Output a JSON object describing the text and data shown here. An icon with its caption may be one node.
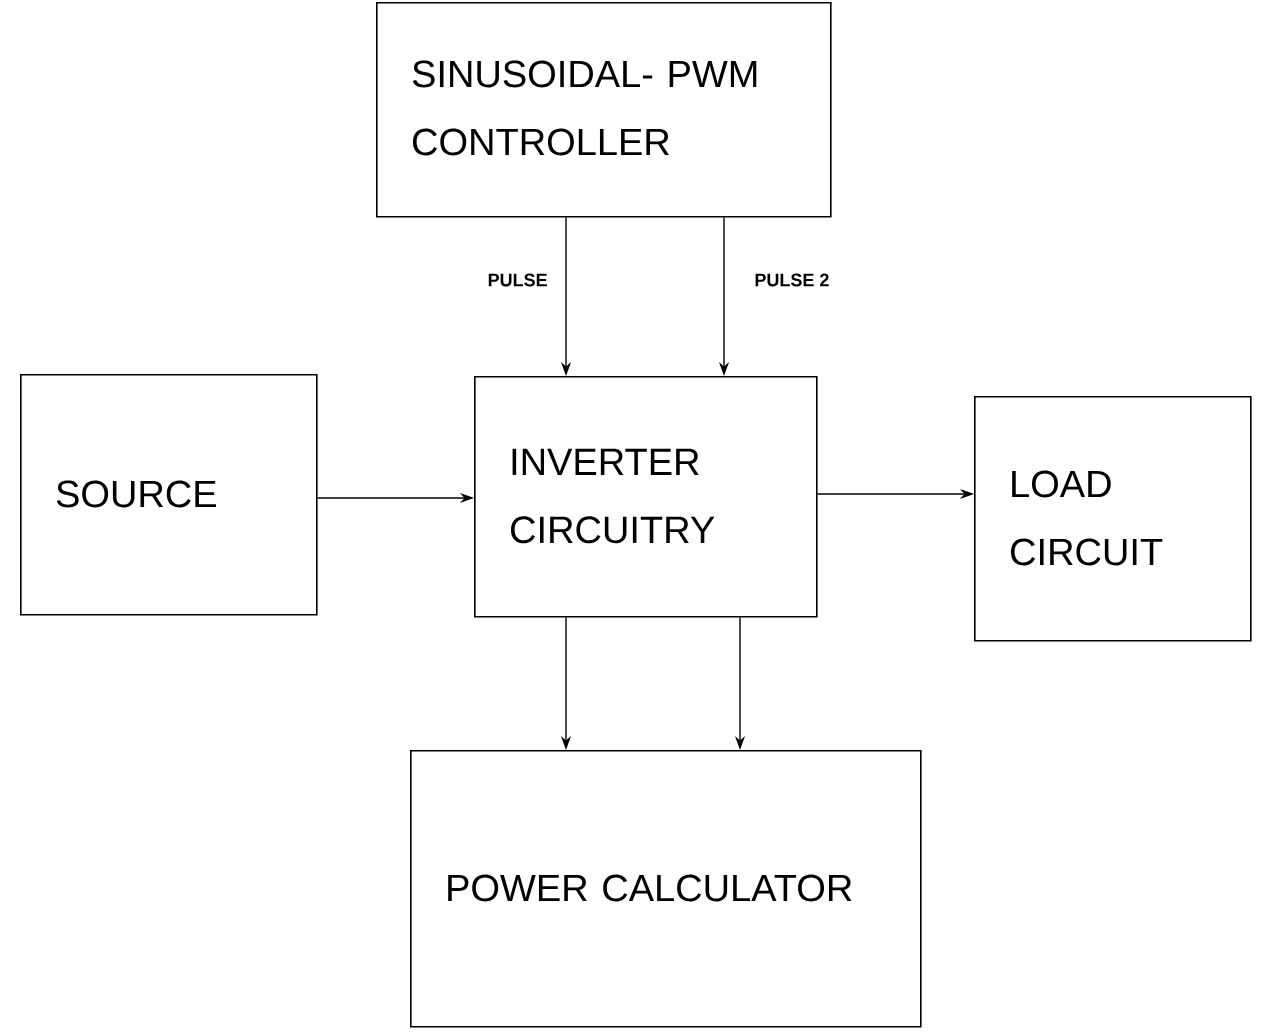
{
  "diagram": {
    "nodes": [
      {
        "text": [
          "SINUSOIDAL- PWM CONTROLLER"
        ]
      },
      {
        "text": [
          "SOURCE"
        ]
      },
      {
        "text": [
          "INVERTER CIRCUITRY"
        ]
      },
      {
        "text": [
          "LOAD CIRCUIT"
        ]
      },
      {
        "text": [
          "POWER CALCULATOR"
        ]
      }
    ],
    "edges": [
      {
        "from": 0,
        "to": 2,
        "arrow": "to",
        "label": "PULSE"
      },
      {
        "from": 0,
        "to": 2,
        "arrow": "to",
        "label": "PULSE 2"
      },
      {
        "from": 1,
        "to": 2,
        "arrow": "to"
      },
      {
        "from": 2,
        "to": 3,
        "arrow": "to"
      },
      {
        "from": 2,
        "to": 4,
        "arrow": "to"
      },
      {
        "from": 2,
        "to": 4,
        "arrow": "to"
      }
    ]
  }
}
